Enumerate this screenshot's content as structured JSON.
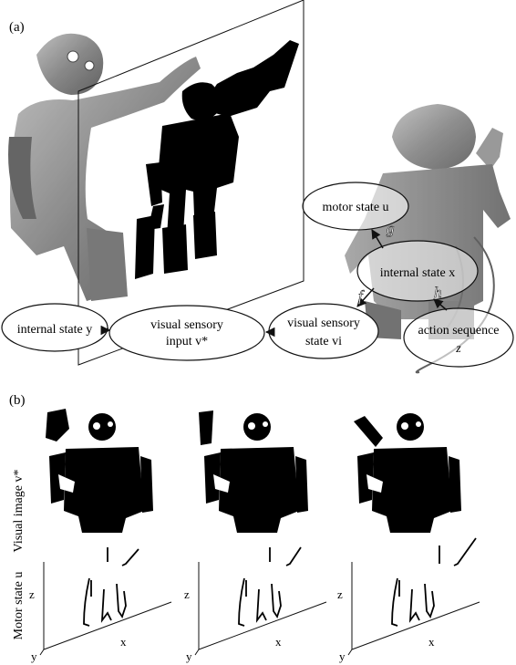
{
  "panel_a": {
    "label": "(a)",
    "nodes": {
      "internal_y": "internal state y",
      "visual_input_line1": "visual sensory",
      "visual_input_line2": "input v*",
      "visual_state_line1": "visual sensory",
      "visual_state_line2": "state vi",
      "internal_x": "internal state x",
      "motor_state": "motor state u",
      "action_seq_line1": "action sequence",
      "action_seq_line2": "z"
    },
    "edge_labels": {
      "g": "g",
      "f": "f",
      "h": "h"
    }
  },
  "panel_b": {
    "label": "(b)",
    "row_labels": {
      "visual_image": "Visual image v*",
      "motor_state": "Motor state u"
    },
    "axis_labels": {
      "z": "z",
      "y": "y",
      "x": "x"
    }
  },
  "colors": {
    "ink": "#111111",
    "robot_gray": "#8a8a8a",
    "robot_dark": "#4a4a4a"
  }
}
